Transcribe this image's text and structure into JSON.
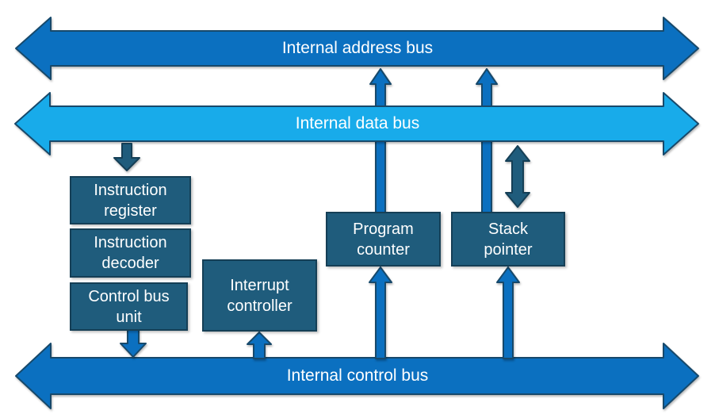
{
  "buses": {
    "address": {
      "label": "Internal address bus",
      "color": "#0B70C0",
      "direction": "bidirectional-horizontal"
    },
    "data": {
      "label": "Internal data bus",
      "color": "#18ABEA",
      "direction": "bidirectional-horizontal"
    },
    "control": {
      "label": "Internal control bus",
      "color": "#0B70C0",
      "direction": "bidirectional-horizontal"
    }
  },
  "components": {
    "instruction_register": {
      "line1": "Instruction",
      "line2": "register"
    },
    "instruction_decoder": {
      "line1": "Instruction",
      "line2": "decoder"
    },
    "control_bus_unit": {
      "line1": "Control bus",
      "line2": "unit"
    },
    "interrupt_controller": {
      "line1": "Interrupt",
      "line2": "controller"
    },
    "program_counter": {
      "line1": "Program",
      "line2": "counter"
    },
    "stack_pointer": {
      "line1": "Stack",
      "line2": "pointer"
    }
  },
  "connections": [
    {
      "from": "data_bus",
      "to": "instruction_register",
      "direction": "down",
      "color": "#1F5C7C"
    },
    {
      "from": "control_bus_unit",
      "to": "control_bus",
      "direction": "down",
      "color": "#0B70C0"
    },
    {
      "from": "control_bus",
      "to": "interrupt_controller",
      "direction": "up",
      "color": "#0B70C0"
    },
    {
      "from": "program_counter",
      "to": "address_bus",
      "direction": "up",
      "color": "#0B70C0"
    },
    {
      "from": "control_bus",
      "to": "program_counter",
      "direction": "up",
      "color": "#0B70C0"
    },
    {
      "from": "stack_pointer",
      "to": "address_bus",
      "direction": "up",
      "color": "#0B70C0"
    },
    {
      "from": "control_bus",
      "to": "stack_pointer",
      "direction": "up",
      "color": "#0B70C0"
    },
    {
      "from": "data_bus",
      "to": "stack_pointer",
      "direction": "bidirectional",
      "color": "#1F5C7C"
    }
  ],
  "colors": {
    "bus_blue": "#0B70C0",
    "data_bus_light_blue": "#18ABEA",
    "box_teal": "#1F5C7C",
    "outline_navy": "#17496B",
    "box_border": "#153F56",
    "background": "#FFFFFF"
  }
}
